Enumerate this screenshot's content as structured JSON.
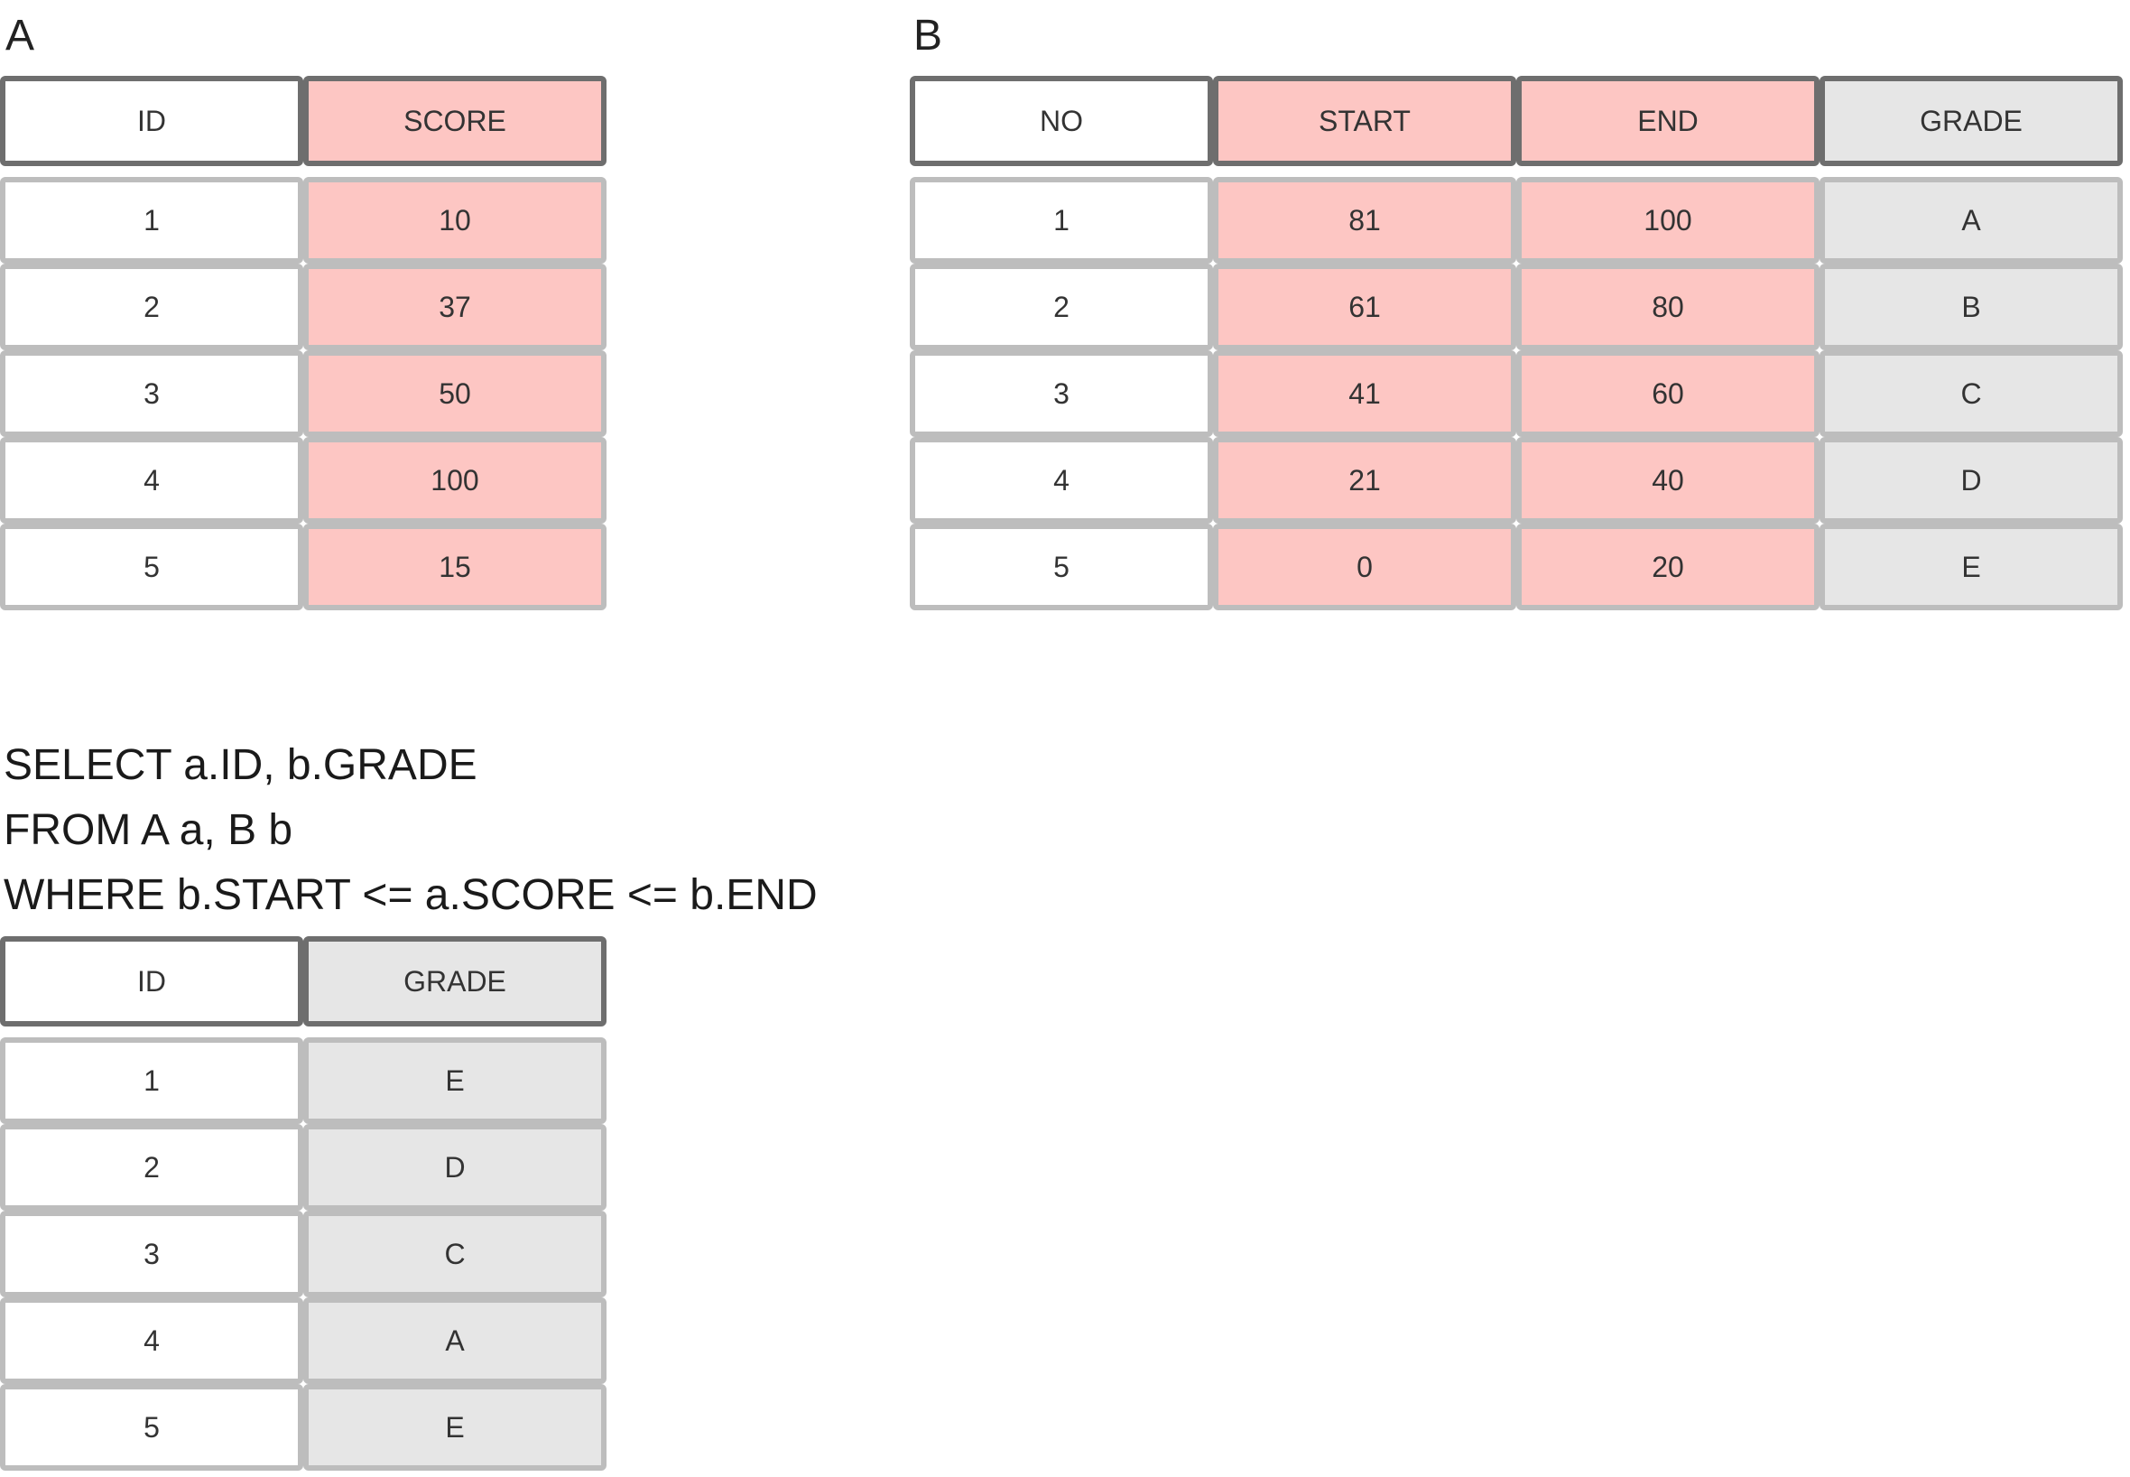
{
  "tables": {
    "a": {
      "label": "A",
      "columns": [
        {
          "name": "ID",
          "fill": "white"
        },
        {
          "name": "SCORE",
          "fill": "red"
        }
      ],
      "rows": [
        [
          "1",
          "10"
        ],
        [
          "2",
          "37"
        ],
        [
          "3",
          "50"
        ],
        [
          "4",
          "100"
        ],
        [
          "5",
          "15"
        ]
      ]
    },
    "b": {
      "label": "B",
      "columns": [
        {
          "name": "NO",
          "fill": "white"
        },
        {
          "name": "START",
          "fill": "red"
        },
        {
          "name": "END",
          "fill": "red"
        },
        {
          "name": "GRADE",
          "fill": "gray"
        }
      ],
      "rows": [
        [
          "1",
          "81",
          "100",
          "A"
        ],
        [
          "2",
          "61",
          "80",
          "B"
        ],
        [
          "3",
          "41",
          "60",
          "C"
        ],
        [
          "4",
          "21",
          "40",
          "D"
        ],
        [
          "5",
          "0",
          "20",
          "E"
        ]
      ]
    },
    "result": {
      "columns": [
        {
          "name": "ID",
          "fill": "white"
        },
        {
          "name": "GRADE",
          "fill": "gray"
        }
      ],
      "rows": [
        [
          "1",
          "E"
        ],
        [
          "2",
          "D"
        ],
        [
          "3",
          "C"
        ],
        [
          "4",
          "A"
        ],
        [
          "5",
          "E"
        ]
      ]
    }
  },
  "sql": {
    "line1": "SELECT a.ID, b.GRADE",
    "line2": "FROM A a, B b",
    "line3": "WHERE b.START <= a.SCORE <= b.END"
  },
  "colors": {
    "red": "#fdc6c3",
    "gray": "#e6e6e6",
    "white": "#ffffff",
    "header_border": "#6e6e6e",
    "cell_border": "#bdbdbd"
  }
}
